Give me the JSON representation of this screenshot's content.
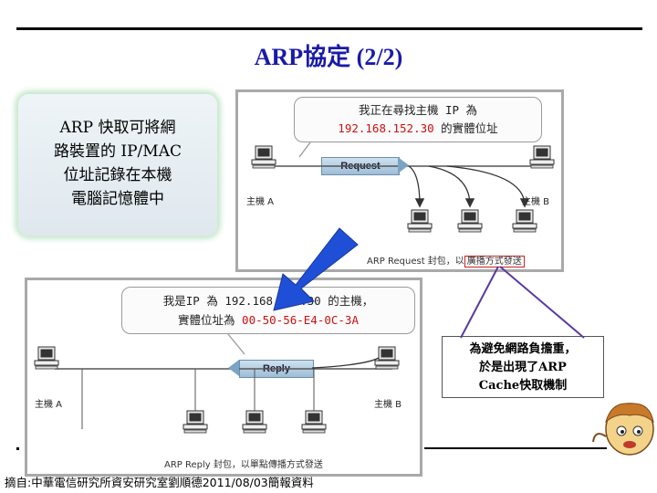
{
  "title": "ARP協定 (2/2)",
  "info_box": {
    "lines": [
      "ARP 快取可將網",
      "路裝置的 IP/MAC",
      "位址記錄在本機",
      "電腦記憶體中"
    ]
  },
  "request_diagram": {
    "bubble_line1": "我正在尋找主機 IP 為",
    "bubble_ip": "192.168.152.30",
    "bubble_suffix": " 的實體位址",
    "packet_label": "Request",
    "host_a": "主機 A",
    "host_b": "主機 B",
    "caption_prefix": "ARP Request 封包，以",
    "caption_highlight": "廣播方式發送"
  },
  "reply_diagram": {
    "bubble_line1": "我是IP 為 192.168.152.30 的主機，",
    "bubble_line2_prefix": "實體位址為 ",
    "bubble_mac": "00-50-56-E4-0C-3A",
    "packet_label": "Reply",
    "host_a": "主機 A",
    "host_b": "主機 B",
    "caption": "ARP Reply 封包，以單點傳播方式發送"
  },
  "note": {
    "lines": [
      "為避免網路負擔重，",
      "於是出現了ARP",
      "Cache快取機制"
    ]
  },
  "footer": "摘自:中華電信研究所資安研究室劉順德2011/08/03簡報資料",
  "colors": {
    "title": "#1a1aa8",
    "highlight_red": "#cc1111",
    "arrow_blue": "#1f4fd6",
    "callout_purple": "#5a3aa0"
  }
}
